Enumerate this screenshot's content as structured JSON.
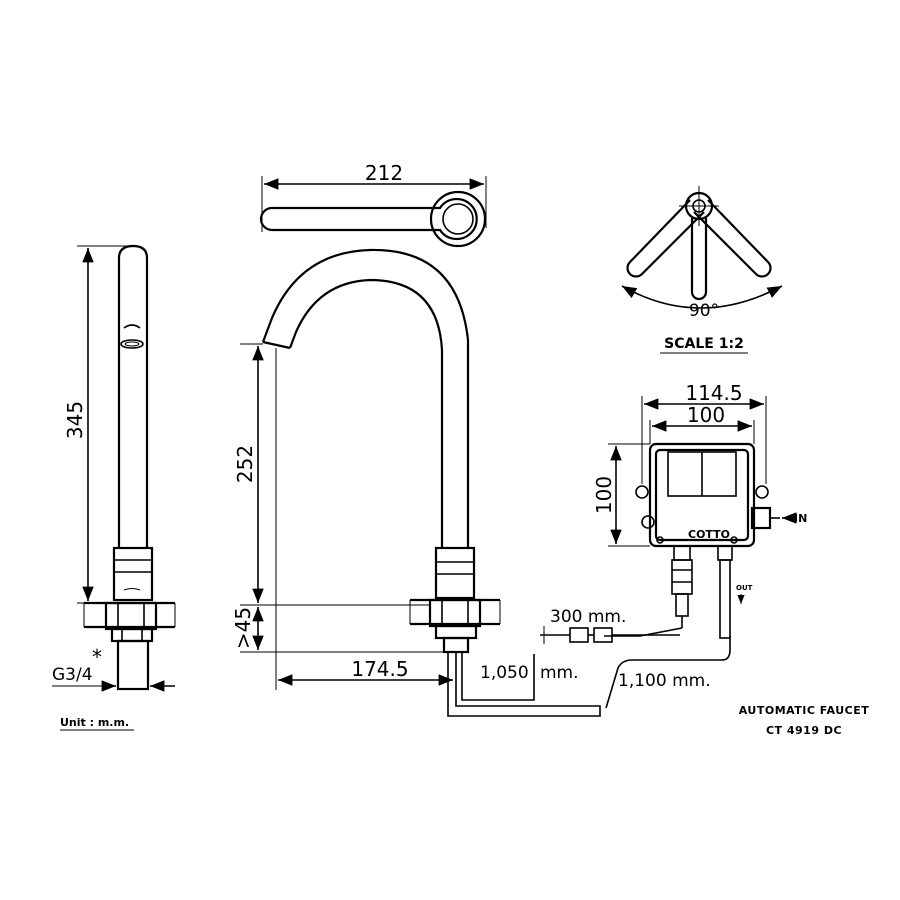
{
  "front_view": {
    "height_label": "345",
    "thread_label": "G3/4",
    "thread_mark": "*",
    "unit_label": "Unit : m.m."
  },
  "side_view": {
    "top_length_label": "212",
    "spout_height_label": "252",
    "deck_label": ">45",
    "reach_label": "174.5",
    "cable_1_label": "1,050",
    "cable_1_unit": "mm.",
    "cable_2_label": "1,100 mm."
  },
  "swivel_view": {
    "angle_label": "90°",
    "scale_label": "SCALE 1:2"
  },
  "control_box": {
    "width_outer_label": "114.5",
    "width_inner_label": "100",
    "height_label": "100",
    "in_label": "IN",
    "out_label": "OUT",
    "brand_label": "COTTO",
    "sensor_cable_label": "300 mm."
  },
  "title_block": {
    "line1": "AUTOMATIC FAUCET",
    "line2": "CT 4919 DC"
  }
}
